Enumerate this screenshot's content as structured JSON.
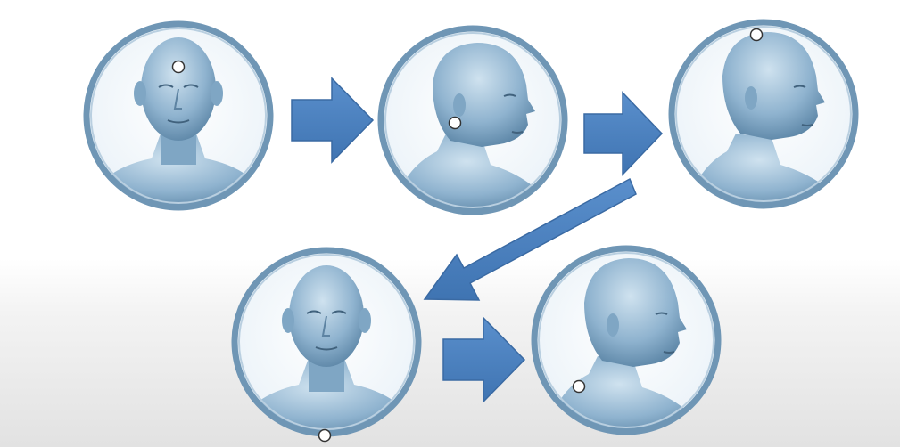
{
  "colors": {
    "ring": "#6f96b5",
    "ring_inner": "#ffffff",
    "bg_disc": "#eef5fa",
    "skin_light": "#c7dceb",
    "skin_mid": "#8fb3cf",
    "skin_dark": "#4f7a9c",
    "arrow": "#4a7fbe",
    "arrow_edge": "#3a6aa3",
    "marker_fill": "#ffffff",
    "marker_stroke": "#333333"
  },
  "panels": [
    {
      "id": "step-1",
      "view": "front",
      "marker": "forehead-center"
    },
    {
      "id": "step-2",
      "view": "side",
      "marker": "behind-ear"
    },
    {
      "id": "step-3",
      "view": "side",
      "marker": "crown-top"
    },
    {
      "id": "step-4",
      "view": "front",
      "marker": "chest-center"
    },
    {
      "id": "step-5",
      "view": "side",
      "marker": "nape-of-neck"
    }
  ],
  "arrows": [
    {
      "from": "step-1",
      "to": "step-2",
      "direction": "right"
    },
    {
      "from": "step-2",
      "to": "step-3",
      "direction": "right"
    },
    {
      "from": "step-3",
      "to": "step-4",
      "direction": "down-left"
    },
    {
      "from": "step-4",
      "to": "step-5",
      "direction": "right"
    }
  ]
}
